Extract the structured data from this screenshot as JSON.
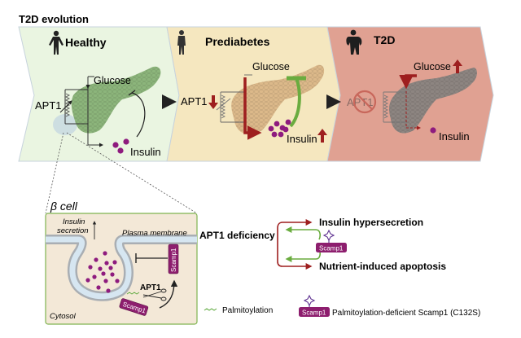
{
  "title": "T2D evolution",
  "colors": {
    "healthy_bg": "#eaf5e1",
    "prediabetes_bg": "#f5e7bf",
    "t2d_bg": "#e0a192",
    "healthy_pancreas": "#8cb57b",
    "prediabetes_pancreas": "#dcb98a",
    "t2d_pancreas": "#8d8581",
    "insulin": "#8e1b7e",
    "red_arrow": "#9e1f1f",
    "green_arrow": "#6aac3f",
    "scamp1": "#8d1e6e",
    "cell_bg": "#f3e8d7",
    "cell_border": "#7fb34f",
    "membrane_fill": "#d6e6f1",
    "membrane_border": "#a9aeb3",
    "star": "#5b2d8e"
  },
  "panels": [
    {
      "id": "healthy",
      "stage_label": "Healthy",
      "icon": "person-icon",
      "apt1_label": "APT1",
      "glucose_label": "Glucose",
      "insulin_label": "Insulin",
      "insulin_dots": 3
    },
    {
      "id": "prediabetes",
      "stage_label": "Prediabetes",
      "icon": "person-icon",
      "apt1_label": "APT1",
      "apt1_change": "down",
      "glucose_label": "Glucose",
      "insulin_label": "Insulin",
      "insulin_change": "up",
      "insulin_dots": 7
    },
    {
      "id": "t2d",
      "stage_label": "T2D",
      "icon": "obese-person-icon",
      "apt1_label": "APT1",
      "apt1_change": "absent",
      "glucose_label": "Glucose",
      "glucose_change": "up",
      "insulin_label": "Insulin",
      "insulin_dots": 1
    }
  ],
  "beta_cell": {
    "title": "β cell",
    "insulin_secretion": [
      "Insulin",
      "secretion"
    ],
    "plasma_membrane": "Plasma membrane",
    "cytosol": "Cytosol",
    "scamp1_label": "Scamp1",
    "apt1_label": "APT1"
  },
  "mechanism": {
    "trigger": "APT1 deficiency",
    "outcome_1": "Insulin hypersecretion",
    "outcome_2": "Nutrient-induced apoptosis",
    "scamp1_label": "Scamp1"
  },
  "legend": [
    {
      "icon": "palmitoylation-wave-icon",
      "label": "Palmitoylation"
    },
    {
      "icon": "scamp1-mutant-icon",
      "badge": "Scamp1",
      "label": "Palmitoylation-deficient Scamp1 (C132S)"
    }
  ]
}
